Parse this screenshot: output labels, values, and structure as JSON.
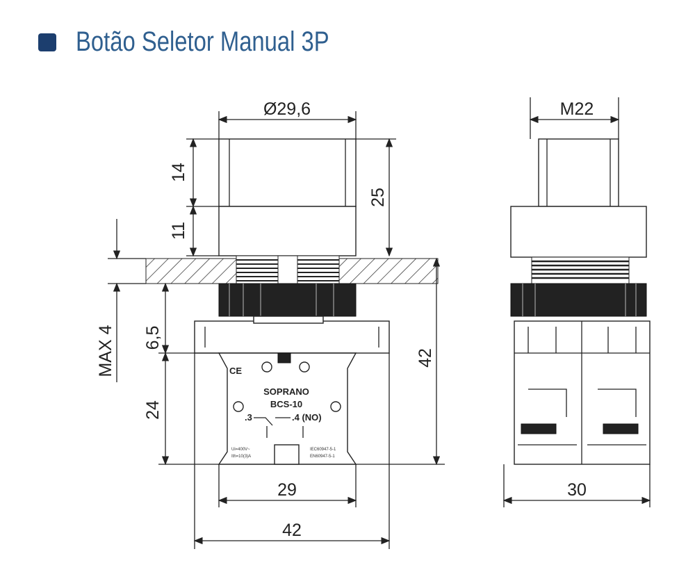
{
  "title": "Botão Seletor Manual 3P",
  "colors": {
    "bullet": "#1c3e6e",
    "title": "#2f5f8f"
  },
  "front_view": {
    "dimensions": {
      "diameter": "Ø29,6",
      "cap_height": "14",
      "collar_height": "11",
      "total_above_panel": "25",
      "panel_max": "MAX 4",
      "base_height": "6,5",
      "block_height": "24",
      "total_height": "42",
      "block_width": "29",
      "total_width": "42"
    },
    "contact_block": {
      "ce_mark": "CE",
      "brand": "SOPRANO",
      "model": "BCS-10",
      "terminal_left": ".3",
      "terminal_right": ".4 (NO)",
      "rating_1": "Ui=400V~",
      "rating_2": "Ith=10(3)A",
      "standard_1": "IEC60947-5-1",
      "standard_2": "EN60947-5-1"
    }
  },
  "side_view": {
    "dimensions": {
      "thread": "M22",
      "width": "30"
    }
  }
}
